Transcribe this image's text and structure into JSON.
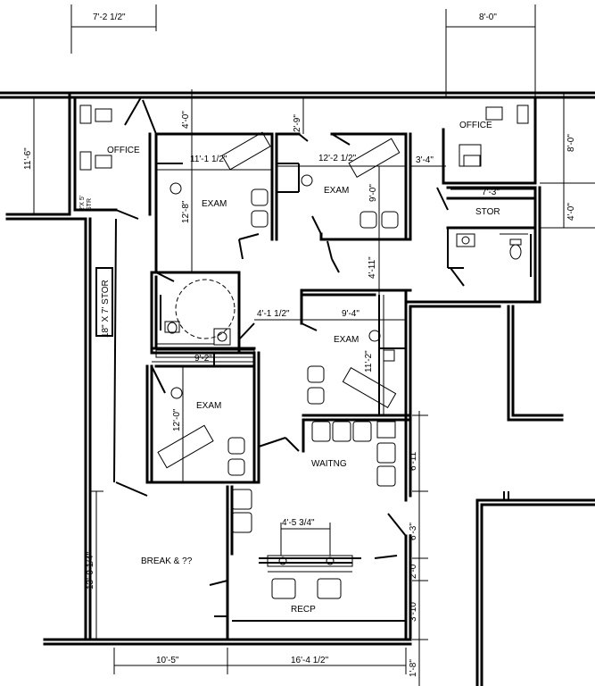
{
  "rooms": {
    "office_left": "OFFICE",
    "office_right": "OFFICE",
    "exam_1": "EXAM",
    "exam_2": "EXAM",
    "exam_3": "EXAM",
    "exam_4": "EXAM",
    "stor": "STOR",
    "waiting": "WAITNG",
    "break": "BREAK & ??",
    "recp": "RECP",
    "stor_18x7": "18\" X 7' STOR",
    "stor_small_a": "2'X 5'",
    "stor_small_b": "STR"
  },
  "dimensions": {
    "top_left": "7'-2 1/2\"",
    "top_right": "8'-0\"",
    "left_11_6": "11'-6\"",
    "d_4_0_a": "4'-0\"",
    "d_11_1_12": "11'-1 1/2\"",
    "d_12_8": "12'-8\"",
    "d_2_9": "2'-9\"",
    "d_12_2_12": "12'-2 1/2\"",
    "d_9_0": "9'-0\"",
    "d_3_4": "3'-4\"",
    "d_7_3": "7'-3\"",
    "right_8_0": "8'-0\"",
    "right_4_0": "4'-0\"",
    "d_4_11": "4'-11\"",
    "d_4_1_12": "4'-1 1/2\"",
    "d_9_4": "9'-4\"",
    "d_11_2": "11'-2\"",
    "d_9_2": "9'-2\"",
    "d_12_0": "12'-0\"",
    "d_6_11": "6'-11\"",
    "d_4_5_34": "4'-5 3/4\"",
    "d_6_3": "6'-3\"",
    "d_2_0": "2'-0\"",
    "d_3_10": "3'-10\"",
    "d_1_8": "1'-8\"",
    "left_13_0_14": "13'-0 1/4\"",
    "bottom_10_5": "10'-5\"",
    "bottom_16_4_12": "16'-4 1/2\""
  }
}
